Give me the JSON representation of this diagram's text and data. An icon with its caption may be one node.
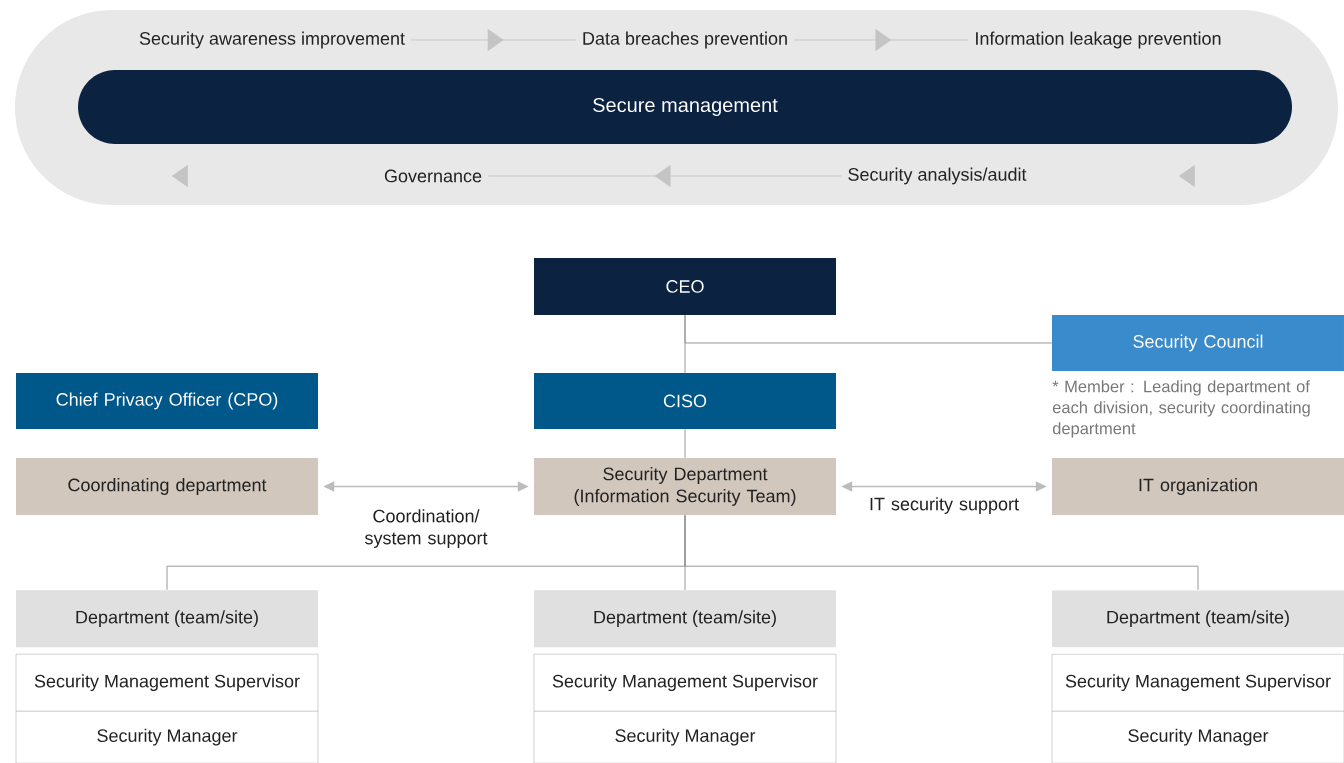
{
  "diagram": {
    "nodes": [
      {
        "text": [],
        "shape": "box"
      },
      {
        "text": [
          "Security awareness improvement"
        ],
        "in": 0
      },
      {
        "text": [
          "Data breaches prevention"
        ],
        "in": 0
      },
      {
        "text": [
          "Information leakage prevention"
        ],
        "in": 0
      },
      {
        "text": [
          "Secure management"
        ],
        "in": 0
      },
      {
        "text": [
          "Governance"
        ],
        "in": 0
      },
      {
        "text": [
          "Security analysis/audit"
        ],
        "in": 0
      },
      {
        "text": [
          "CEO"
        ]
      },
      {
        "text": [
          "Security Council"
        ],
        "beside": [
          "* Member : Leading department of each division, security coordinating department"
        ]
      },
      {
        "text": [
          "Chief Privacy Officer (CPO)"
        ]
      },
      {
        "text": [
          "CISO"
        ]
      },
      {
        "text": [
          "Coordinating department"
        ]
      },
      {
        "text": [
          "Security Department (Information Security Team)"
        ]
      },
      {
        "text": [
          "IT organization"
        ]
      },
      {
        "text": [
          "Department (team/site)",
          "Security Management Supervisor",
          "Security Manager"
        ]
      },
      {
        "text": [
          "Department (team/site)",
          "Security Management Supervisor",
          "Security Manager"
        ]
      },
      {
        "text": [
          "Department (team/site)",
          "Security Management Supervisor",
          "Security Manager"
        ]
      }
    ],
    "edges": [
      {
        "from": 1,
        "to": 2,
        "arrow": "to",
        "color": "#c4c4c4"
      },
      {
        "from": 2,
        "to": 3,
        "arrow": "to",
        "color": "#c4c4c4"
      },
      {
        "from": 6,
        "to": 5,
        "arrow": "to",
        "color": "#c4c4c4"
      },
      {
        "from": 7,
        "to": 10,
        "arrow": "none"
      },
      {
        "from": 7,
        "to": 8,
        "arrow": "none"
      },
      {
        "from": 10,
        "to": 12,
        "arrow": "none"
      },
      {
        "from": 11,
        "to": 12,
        "arrow": "both",
        "label": "Coordination/ system support",
        "color": "#bcbcbc"
      },
      {
        "from": 12,
        "to": 13,
        "arrow": "both",
        "label": "IT security support",
        "color": "#bcbcbc"
      },
      {
        "from": 12,
        "to": 14,
        "arrow": "none"
      },
      {
        "from": 12,
        "to": 15,
        "arrow": "none"
      },
      {
        "from": 12,
        "to": 16,
        "arrow": "none"
      }
    ]
  }
}
